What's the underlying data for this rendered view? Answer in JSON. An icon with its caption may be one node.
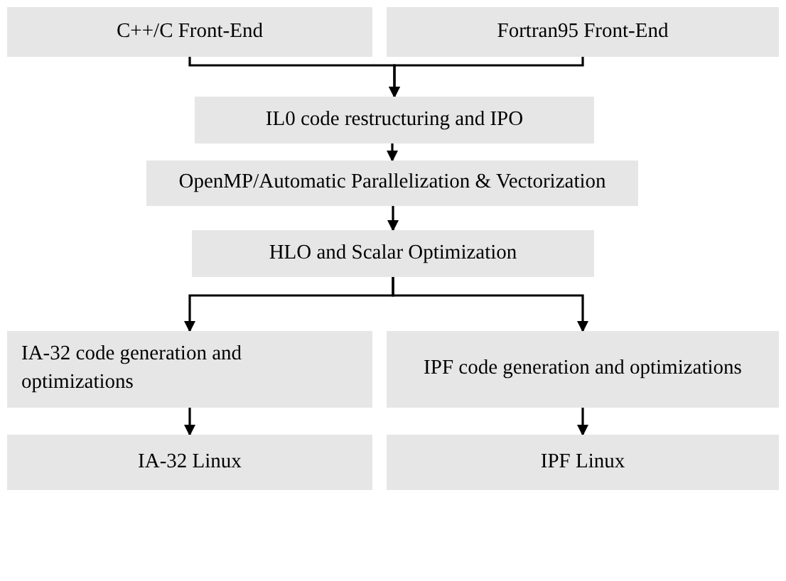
{
  "diagram": {
    "nodes": [
      {
        "text": [
          "C++/C Front-End"
        ]
      },
      {
        "text": [
          "Fortran95 Front-End"
        ]
      },
      {
        "text": [
          "IL0 code restructuring and IPO"
        ]
      },
      {
        "text": [
          "OpenMP/Automatic Parallelization & Vectorization"
        ]
      },
      {
        "text": [
          "HLO and Scalar Optimization"
        ]
      },
      {
        "text": [
          "IA-32 code generation and optimizations"
        ]
      },
      {
        "text": [
          "IPF code generation and optimizations"
        ]
      },
      {
        "text": [
          "IA-32 Linux"
        ]
      },
      {
        "text": [
          "IPF Linux"
        ]
      }
    ],
    "edges": [
      {
        "from": 0,
        "to": 2,
        "arrow": "to"
      },
      {
        "from": 1,
        "to": 2,
        "arrow": "to"
      },
      {
        "from": 2,
        "to": 3,
        "arrow": "to"
      },
      {
        "from": 3,
        "to": 4,
        "arrow": "to"
      },
      {
        "from": 4,
        "to": 5,
        "arrow": "to"
      },
      {
        "from": 4,
        "to": 6,
        "arrow": "to"
      },
      {
        "from": 5,
        "to": 7,
        "arrow": "to"
      },
      {
        "from": 6,
        "to": 8,
        "arrow": "to"
      }
    ]
  }
}
